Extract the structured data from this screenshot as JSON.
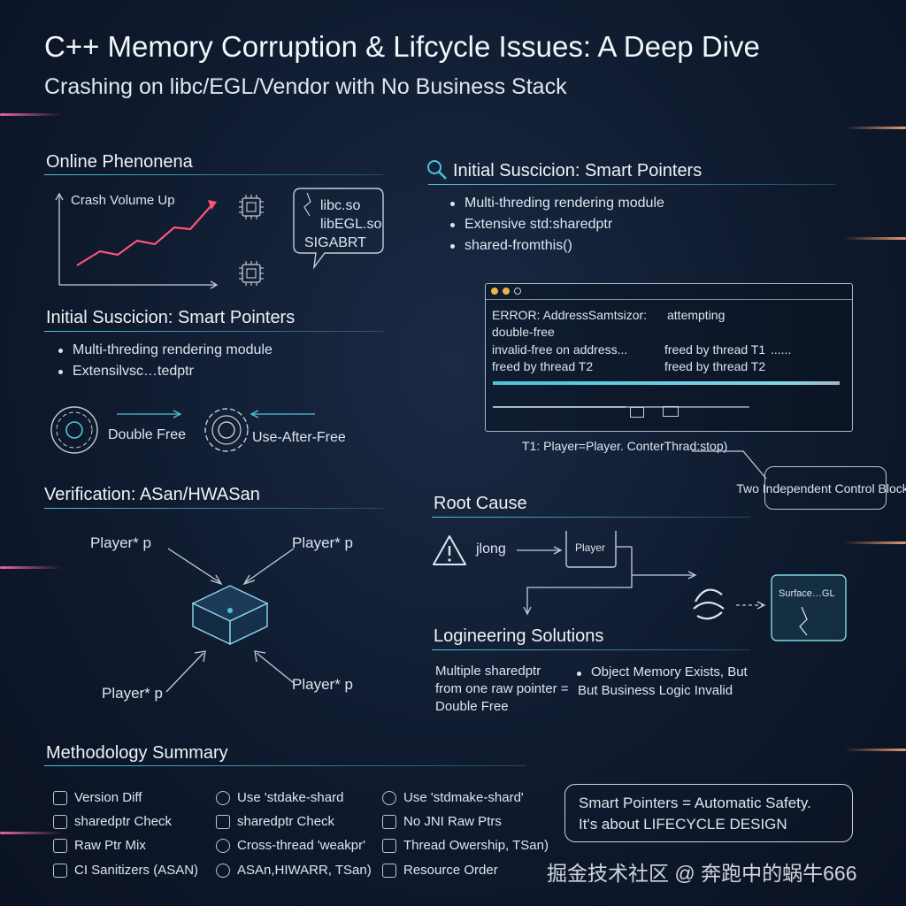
{
  "header": {
    "title": "C++ Memory Corruption & Lifcycle Issues: A Deep Dive",
    "subtitle": "Crashing on libc/EGL/Vendor with No Business Stack"
  },
  "online": {
    "heading": "Online Phenonena",
    "chart_label": "Crash Volume Up",
    "bubble": [
      "libc.so",
      "libEGL.so",
      "SIGABRT"
    ]
  },
  "suspicion_left": {
    "heading": "Initial Suscicion: Smart Pointers",
    "bullets": [
      "Multi-threding rendering module",
      "Extensilvsc…tedptr"
    ],
    "double_free": "Double Free",
    "use_after_free": "Use-After-Free"
  },
  "verification": {
    "heading": "Verification: ASan/HWASan",
    "pointers": [
      "Player* p",
      "Player* p",
      "Player* p",
      "Player* p"
    ]
  },
  "suspicion_right": {
    "heading": "Initial Suscicion: Smart Pointers",
    "bullets": [
      "Multi-threding rendering module",
      "Extensive std:sharedptr",
      "shared-fromthis()"
    ]
  },
  "terminal": {
    "line1a": "ERROR: AddressSamtsizor:",
    "line1b": "attempting",
    "line2": "double-free",
    "line3a": "invalid-free on address...",
    "line3b": "freed by thread T1",
    "line3c": "......",
    "line4a": "freed by thread T2",
    "line4b": "freed by thread T2",
    "caption": "T1: Player=Player. ConterThrad:stop)"
  },
  "control_blocks": "Two Independent Control Blocks",
  "root_cause": {
    "heading": "Root Cause",
    "jlong": "jlong",
    "player": "Player",
    "surface": "Surface…GL"
  },
  "solutions": {
    "heading": "Logineering Solutions",
    "left": [
      "Multiple sharedptr",
      "from one raw pointer =",
      "Double Free"
    ],
    "right": [
      "Object Memory Exists, But",
      "But Business Logic Invalid"
    ]
  },
  "methodology": {
    "heading": "Methodology Summary",
    "col1": [
      "Version Diff",
      "sharedptr Check",
      "Raw Ptr Mix",
      "CI Sanitizers (ASAN)"
    ],
    "col2": [
      "Use 'stdake-shard",
      "sharedptr Check",
      "Cross-thread 'weakpr'",
      "ASAn,HIWARR, TSan)"
    ],
    "col3": [
      "Use 'stdmake-shard'",
      "No JNI Raw Ptrs",
      "Thread Owership, TSan)",
      "Resource Order"
    ]
  },
  "callout": {
    "line1": "Smart Pointers = Automatic Safety.",
    "line2": "It's about LIFECYCLE DESIGN"
  },
  "watermark": "掘金技术社区 @ 奔跑中的蜗牛666",
  "colors": {
    "accent": "#4fc3d9",
    "chart_line": "#ff5577",
    "text": "#dde6ee"
  }
}
